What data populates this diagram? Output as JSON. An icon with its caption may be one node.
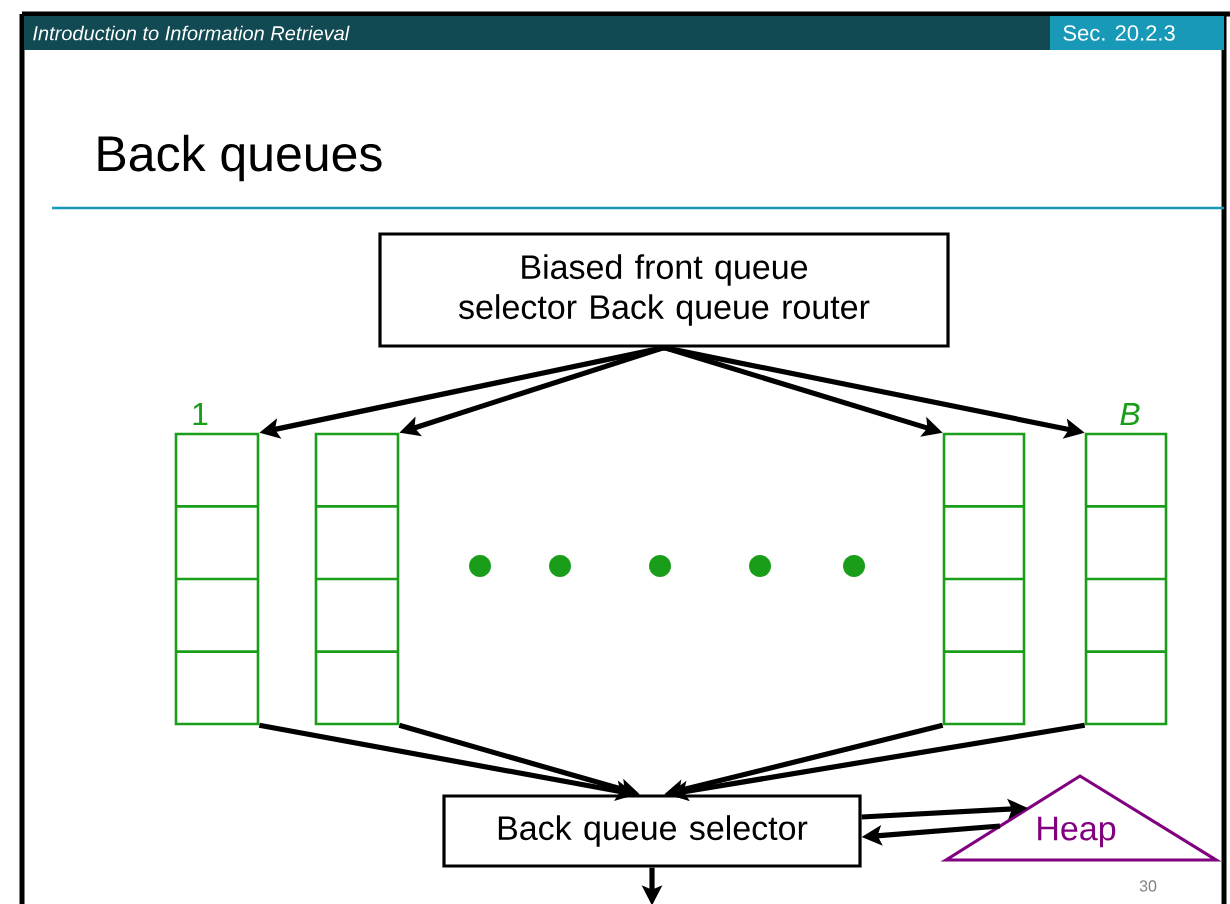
{
  "diagram": {
    "title": "Back queues",
    "nodes": [
      {
        "text": [
          "Biased front queue selector Back queue router"
        ]
      },
      {
        "text": [],
        "shape": "box",
        "beside": [
          "1"
        ]
      },
      {
        "text": [],
        "shape": "box"
      },
      {
        "text": [],
        "shape": "box"
      },
      {
        "text": [],
        "shape": "box",
        "beside": [
          "B"
        ]
      },
      {
        "text": [
          "Back queue selector"
        ]
      },
      {
        "text": [
          "Heap"
        ]
      }
    ],
    "edges": [
      {
        "from": 0,
        "to": 1,
        "arrow": "to"
      },
      {
        "from": 0,
        "to": 2,
        "arrow": "to"
      },
      {
        "from": 0,
        "to": 3,
        "arrow": "to"
      },
      {
        "from": 0,
        "to": 4,
        "arrow": "to"
      },
      {
        "from": 1,
        "to": 5,
        "arrow": "to"
      },
      {
        "from": 2,
        "to": 5,
        "arrow": "to"
      },
      {
        "from": 3,
        "to": 5,
        "arrow": "to"
      },
      {
        "from": 4,
        "to": 5,
        "arrow": "to"
      },
      {
        "from": 5,
        "to": 6,
        "arrow": "to"
      },
      {
        "from": 6,
        "to": 5,
        "arrow": "to"
      },
      {
        "from": 5,
        "to": null,
        "arrow": "to"
      }
    ],
    "labels": [
      "Introduction to Information Retrieval",
      "Sec. 20.2.3",
      "30"
    ]
  }
}
